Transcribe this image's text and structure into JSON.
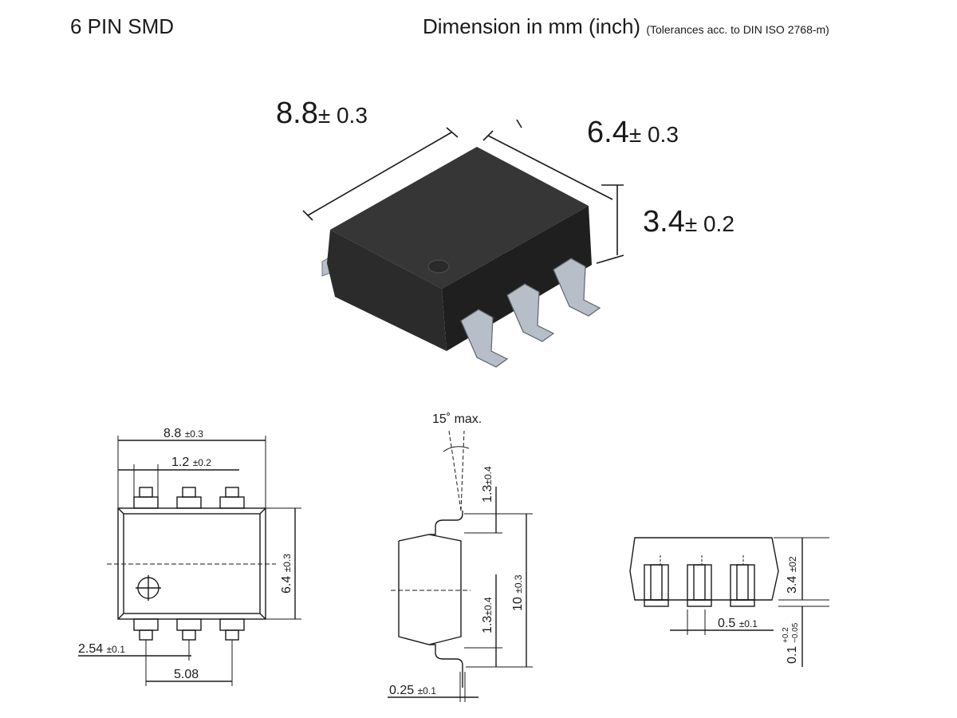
{
  "header": {
    "package": "6 PIN SMD",
    "dimension": "Dimension in mm (inch)",
    "tolerance": "(Tolerances acc. to DIN ISO 2768-m)"
  },
  "iso_view": {
    "length": "8.8",
    "width": "6.4",
    "height": "3.4",
    "length_tol": "± 0.3",
    "width_tol": "± 0.3",
    "height_tol": "± 0.2"
  },
  "top_view": {
    "length": "8.8",
    "length_tol": "±0.3",
    "pin_width": "1.2",
    "pin_width_tol": "±0.2",
    "width": "6.4",
    "width_tol": "±0.3",
    "pitch": "2.54",
    "pitch_tol": "±0.1",
    "span": "5.08"
  },
  "side_view": {
    "angle": "15˚ max.",
    "lead_upper": "1.3",
    "lead_upper_tol": "±0.4",
    "overall": "10",
    "overall_tol": "±0.3",
    "lead_lower": "1.3",
    "lead_lower_tol": "±0.4",
    "lead_thickness": "0.25",
    "lead_thickness_tol": "±0.1"
  },
  "end_view": {
    "height": "3.4",
    "height_tol": "±02",
    "lead_width": "0.5",
    "lead_width_tol": "±0.1",
    "standoff": "0.1",
    "standoff_tol_plus": "+0.2",
    "standoff_tol_minus": "−0.05"
  },
  "colors": {
    "body": "#2b2b2b",
    "body_top": "#353535",
    "lead": "#b7bec8",
    "line": "#1a1a1a"
  }
}
